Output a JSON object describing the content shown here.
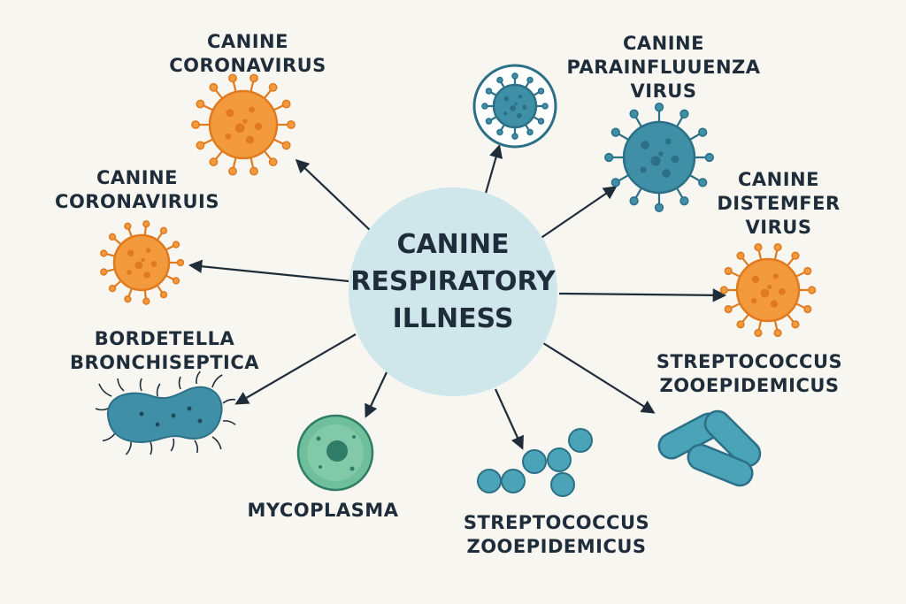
{
  "center": {
    "lines": [
      "CANINE",
      "RESPIRATORY",
      "ILLNESS"
    ]
  },
  "pathogens": [
    {
      "id": "coronavirus-top",
      "lines": [
        "CANINE",
        "CORONAVIRUS"
      ]
    },
    {
      "id": "coronavirus-mid",
      "lines": [
        "CANINE",
        "CORONAVIRUIS"
      ]
    },
    {
      "id": "bordetella",
      "lines": [
        "BORDETELLA",
        "BRONCHISEPTICA"
      ]
    },
    {
      "id": "mycoplasma",
      "lines": [
        "MYCOPLASMA"
      ]
    },
    {
      "id": "strep-bottom",
      "lines": [
        "STREPTOCOCCUS",
        "ZOOEPIDEMICUS"
      ]
    },
    {
      "id": "strep-right",
      "lines": [
        "STREPTOCOCCUS",
        "ZOOEPIDEMICUS"
      ]
    },
    {
      "id": "distemper",
      "lines": [
        "CANINE",
        "DISTEMFER",
        "VIRUS"
      ]
    },
    {
      "id": "parainfluenza",
      "lines": [
        "CANINE",
        "PARAINFLUUENZA",
        "VIRUS"
      ]
    }
  ],
  "colors": {
    "orange": "#f39a3c",
    "orange_light": "#f7b25c",
    "orange_dark": "#e07a1f",
    "teal": "#3f8fa6",
    "teal_dark": "#2c7088",
    "green": "#6fbf9d",
    "green_dark": "#2f7d66",
    "center_fill": "#cfe6ea",
    "arrow": "#1f2d3a"
  }
}
